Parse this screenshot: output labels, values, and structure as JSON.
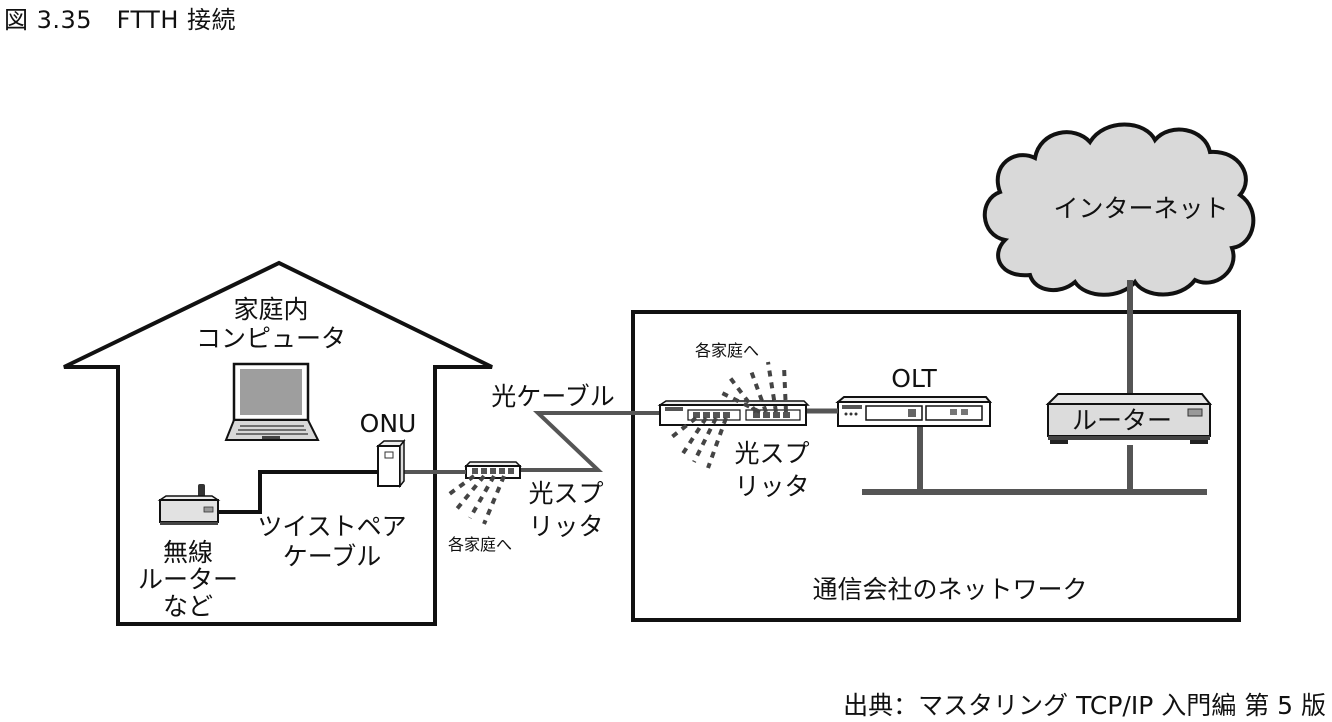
{
  "figure": {
    "title": "図 3.35　FTTH 接続",
    "source": "出典：マスタリング TCP/IP 入門編 第 5 版"
  },
  "labels": {
    "internet": "インターネット",
    "home_pc_line1": "家庭内",
    "home_pc_line2": "コンピュータ",
    "onu": "ONU",
    "wireless_line1": "無線",
    "wireless_line2": "ルーター",
    "wireless_line3": "など",
    "twisted_line1": "ツイストペア",
    "twisted_line2": "ケーブル",
    "fiber_cable": "光ケーブル",
    "splitter_home_line1": "光スプ",
    "splitter_home_line2": "リッタ",
    "to_each_home_left": "各家庭へ",
    "to_each_home_top": "各家庭へ",
    "splitter_co_line1": "光スプ",
    "splitter_co_line2": "リッタ",
    "olt": "OLT",
    "router": "ルーター",
    "carrier_network": "通信会社のネットワーク"
  },
  "icons": [
    "cloud-icon",
    "laptop-icon",
    "onu-icon",
    "wireless-router-icon",
    "splitter-icon",
    "olt-icon",
    "router-icon"
  ]
}
